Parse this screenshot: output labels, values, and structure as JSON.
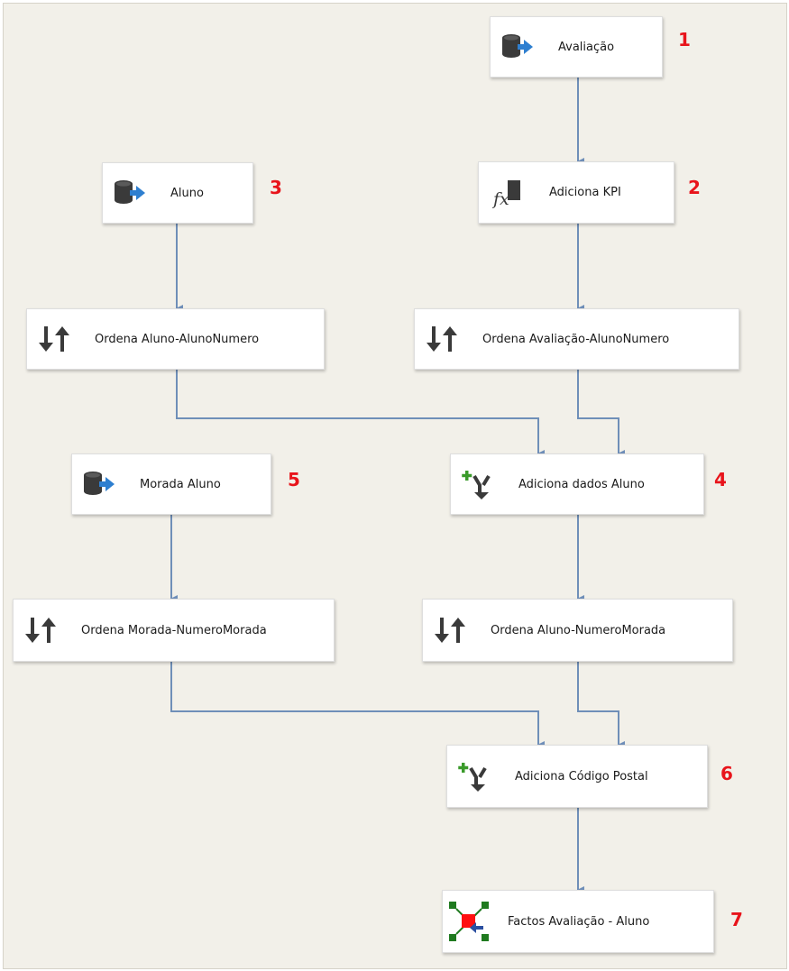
{
  "nodes": [
    {
      "id": "avaliacao",
      "label": "Avaliação",
      "step": "1",
      "icon": "source-icon"
    },
    {
      "id": "adiciona-kpi",
      "label": "Adiciona KPI",
      "step": "2",
      "icon": "derived-column-icon"
    },
    {
      "id": "aluno",
      "label": "Aluno",
      "step": "3",
      "icon": "source-icon"
    },
    {
      "id": "ordena-aluno-alunonumero",
      "label": "Ordena Aluno-AlunoNumero",
      "step": "",
      "icon": "sort-icon"
    },
    {
      "id": "ordena-avaliacao-alunonumero",
      "label": "Ordena Avaliação-AlunoNumero",
      "step": "",
      "icon": "sort-icon"
    },
    {
      "id": "adiciona-dados-aluno",
      "label": "Adiciona dados Aluno",
      "step": "4",
      "icon": "merge-join-icon"
    },
    {
      "id": "morada-aluno",
      "label": "Morada Aluno",
      "step": "5",
      "icon": "source-icon"
    },
    {
      "id": "ordena-morada-numeromorada",
      "label": "Ordena Morada-NumeroMorada",
      "step": "",
      "icon": "sort-icon"
    },
    {
      "id": "ordena-aluno-numeromorada",
      "label": "Ordena Aluno-NumeroMorada",
      "step": "",
      "icon": "sort-icon"
    },
    {
      "id": "adiciona-codigo-postal",
      "label": "Adiciona Código Postal",
      "step": "6",
      "icon": "merge-join-icon"
    },
    {
      "id": "factos-avaliacao-aluno",
      "label": "Factos Avaliação - Aluno",
      "step": "7",
      "icon": "destination-icon"
    }
  ],
  "colors": {
    "canvas": "#f2f0e9",
    "connector": "#6f8fb8",
    "step_number": "#e8141b",
    "icon_dark": "#3a3a3a",
    "icon_blue": "#2e7fd0",
    "icon_green": "#3a9a2a",
    "icon_red": "#ff1010",
    "icon_green_square": "#1f7a1f"
  }
}
